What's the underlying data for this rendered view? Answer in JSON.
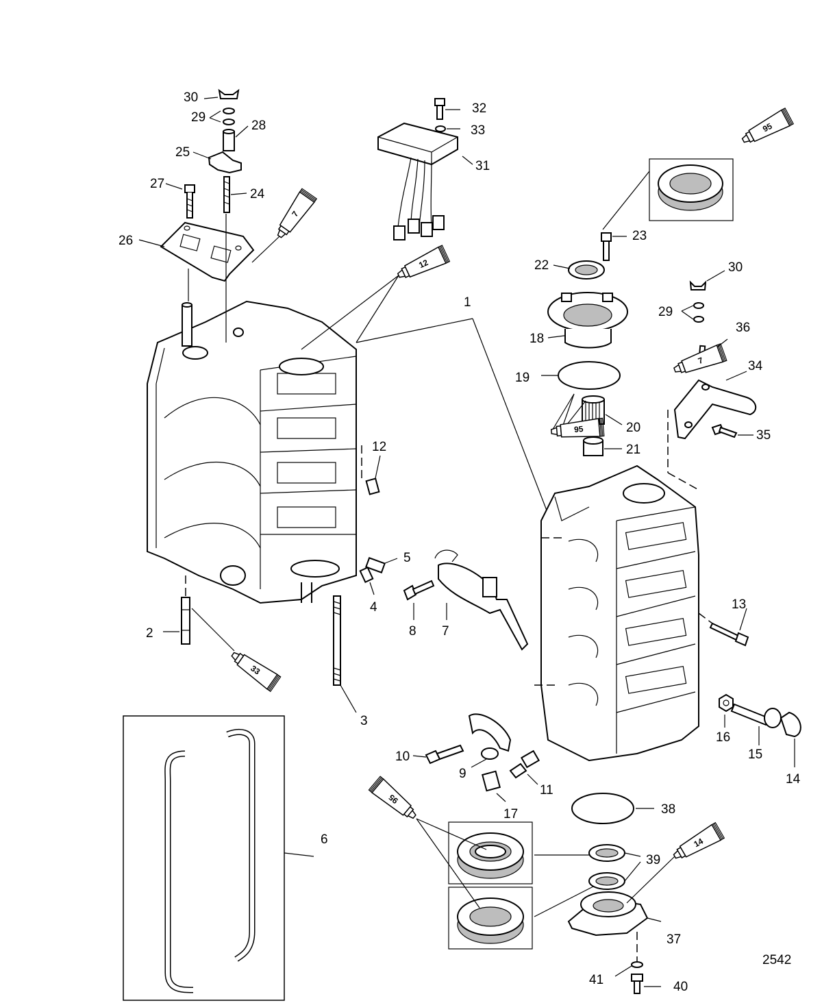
{
  "drawing_number": "2542",
  "callouts": [
    {
      "id": "c1",
      "label": "1"
    },
    {
      "id": "c2",
      "label": "2"
    },
    {
      "id": "c3",
      "label": "3"
    },
    {
      "id": "c4",
      "label": "4"
    },
    {
      "id": "c5",
      "label": "5"
    },
    {
      "id": "c6",
      "label": "6"
    },
    {
      "id": "c7",
      "label": "7"
    },
    {
      "id": "c8",
      "label": "8"
    },
    {
      "id": "c9",
      "label": "9"
    },
    {
      "id": "c10",
      "label": "10"
    },
    {
      "id": "c11",
      "label": "11"
    },
    {
      "id": "c12",
      "label": "12"
    },
    {
      "id": "c13",
      "label": "13"
    },
    {
      "id": "c14",
      "label": "14"
    },
    {
      "id": "c15",
      "label": "15"
    },
    {
      "id": "c16",
      "label": "16"
    },
    {
      "id": "c17",
      "label": "17"
    },
    {
      "id": "c18",
      "label": "18"
    },
    {
      "id": "c19",
      "label": "19"
    },
    {
      "id": "c20",
      "label": "20"
    },
    {
      "id": "c21",
      "label": "21"
    },
    {
      "id": "c22",
      "label": "22"
    },
    {
      "id": "c23",
      "label": "23"
    },
    {
      "id": "c24",
      "label": "24"
    },
    {
      "id": "c25",
      "label": "25"
    },
    {
      "id": "c26",
      "label": "26"
    },
    {
      "id": "c27",
      "label": "27"
    },
    {
      "id": "c28",
      "label": "28"
    },
    {
      "id": "c29a",
      "label": "29"
    },
    {
      "id": "c29b",
      "label": "29"
    },
    {
      "id": "c30a",
      "label": "30"
    },
    {
      "id": "c30b",
      "label": "30"
    },
    {
      "id": "c31",
      "label": "31"
    },
    {
      "id": "c32",
      "label": "32"
    },
    {
      "id": "c33",
      "label": "33"
    },
    {
      "id": "c34",
      "label": "34"
    },
    {
      "id": "c35",
      "label": "35"
    },
    {
      "id": "c36",
      "label": "36"
    },
    {
      "id": "c37",
      "label": "37"
    },
    {
      "id": "c38",
      "label": "38"
    },
    {
      "id": "c39",
      "label": "39"
    },
    {
      "id": "c40",
      "label": "40"
    },
    {
      "id": "c41",
      "label": "41"
    }
  ],
  "sealant_tubes": [
    {
      "id": "t7a",
      "label": "7"
    },
    {
      "id": "t12",
      "label": "12"
    },
    {
      "id": "t95a",
      "label": "95"
    },
    {
      "id": "t7b",
      "label": "7"
    },
    {
      "id": "t95b",
      "label": "95"
    },
    {
      "id": "t33",
      "label": "33"
    },
    {
      "id": "t95c",
      "label": "95"
    },
    {
      "id": "t14",
      "label": "14"
    }
  ]
}
